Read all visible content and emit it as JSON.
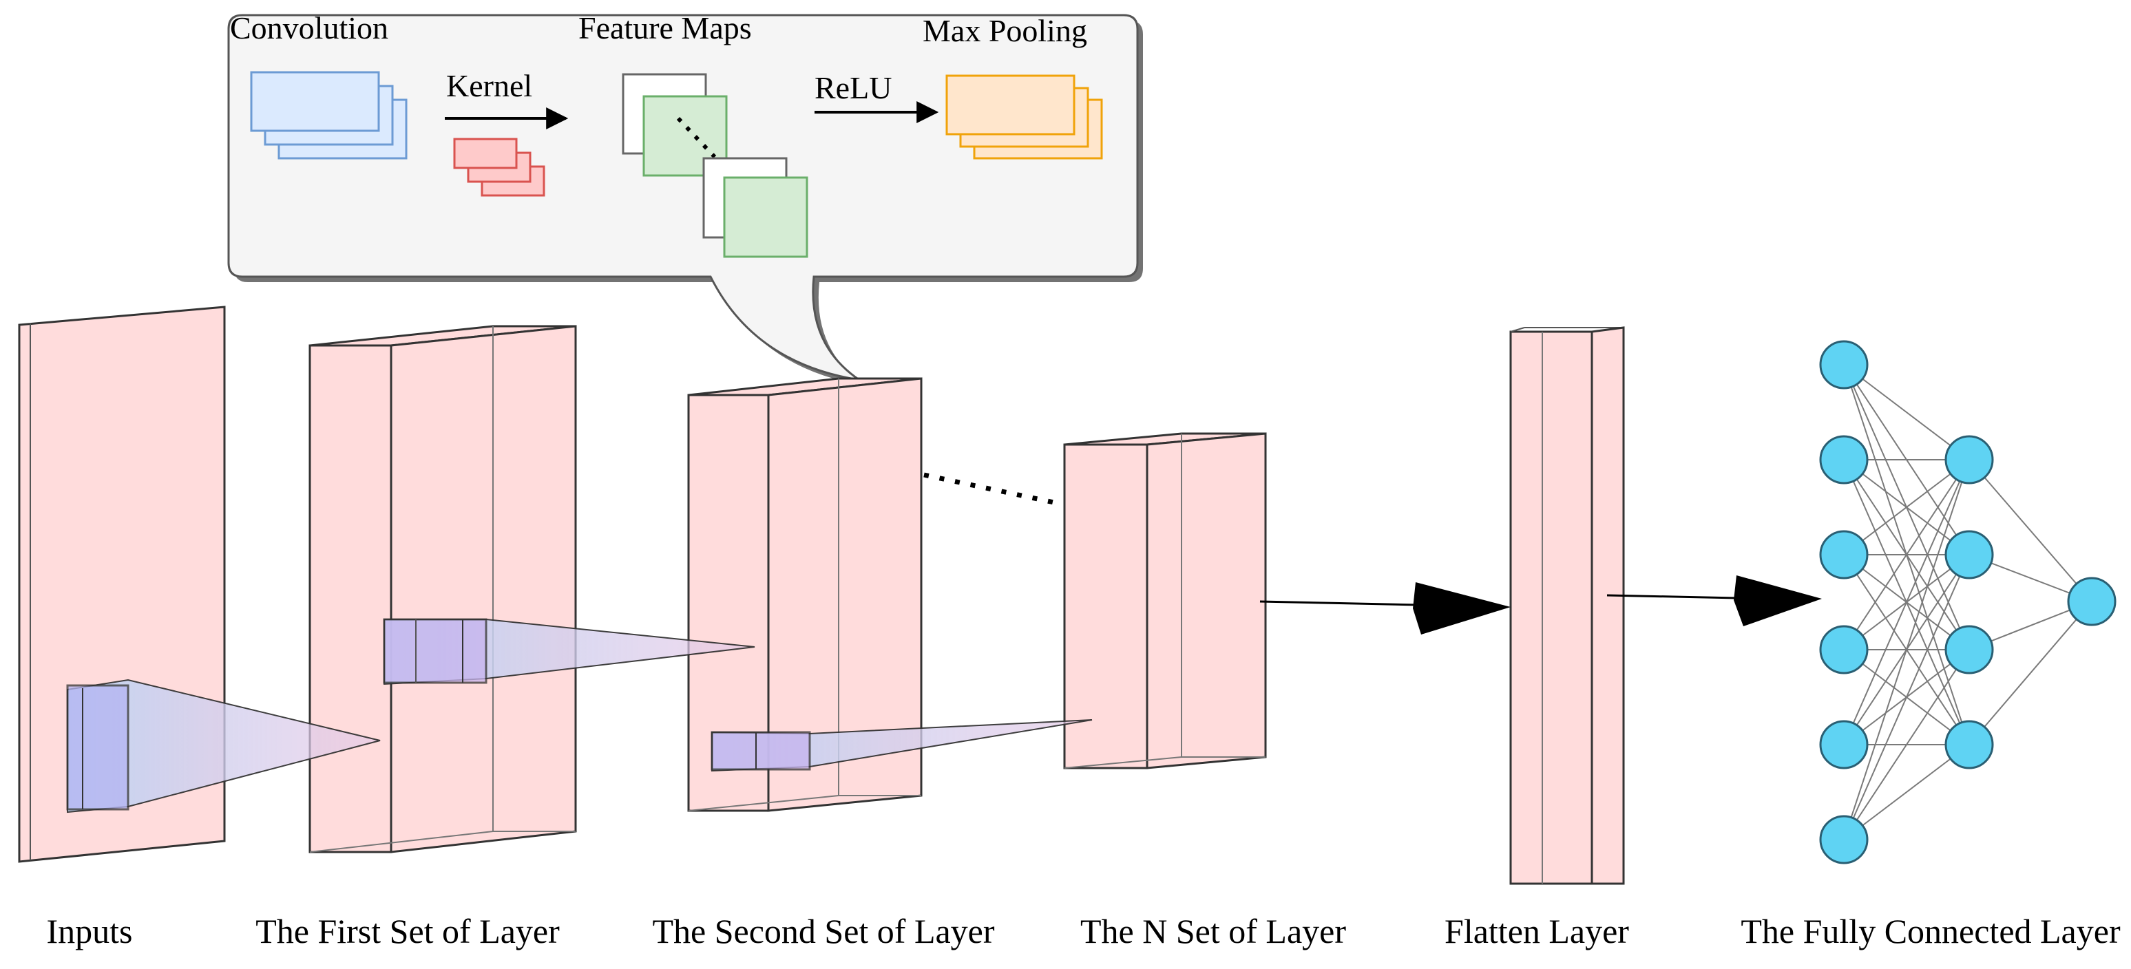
{
  "callout": {
    "convolution": "Convolution",
    "feature_maps": "Feature Maps",
    "max_pooling": "Max Pooling",
    "kernel": "Kernel",
    "relu": "ReLU"
  },
  "layers": {
    "inputs": "Inputs",
    "first": "The First Set of Layer",
    "second": "The Second Set of Layer",
    "n": "The N Set of Layer",
    "flatten": "Flatten Layer",
    "fully_connected": "The Fully Connected Layer"
  },
  "colors": {
    "layer_fill": "#ffdcdc",
    "conv_blue": "#dbeafe",
    "conv_blue_stroke": "#6c9bd4",
    "kernel_red": "#fecaca",
    "kernel_red_stroke": "#d9534f",
    "feature_green": "#d5ecd4",
    "feature_green_stroke": "#6aaf6a",
    "pool_orange": "#ffe6cc",
    "pool_orange_stroke": "#f0a30a",
    "neuron": "#5fd3f3",
    "callout_bg": "#f5f5f5"
  }
}
